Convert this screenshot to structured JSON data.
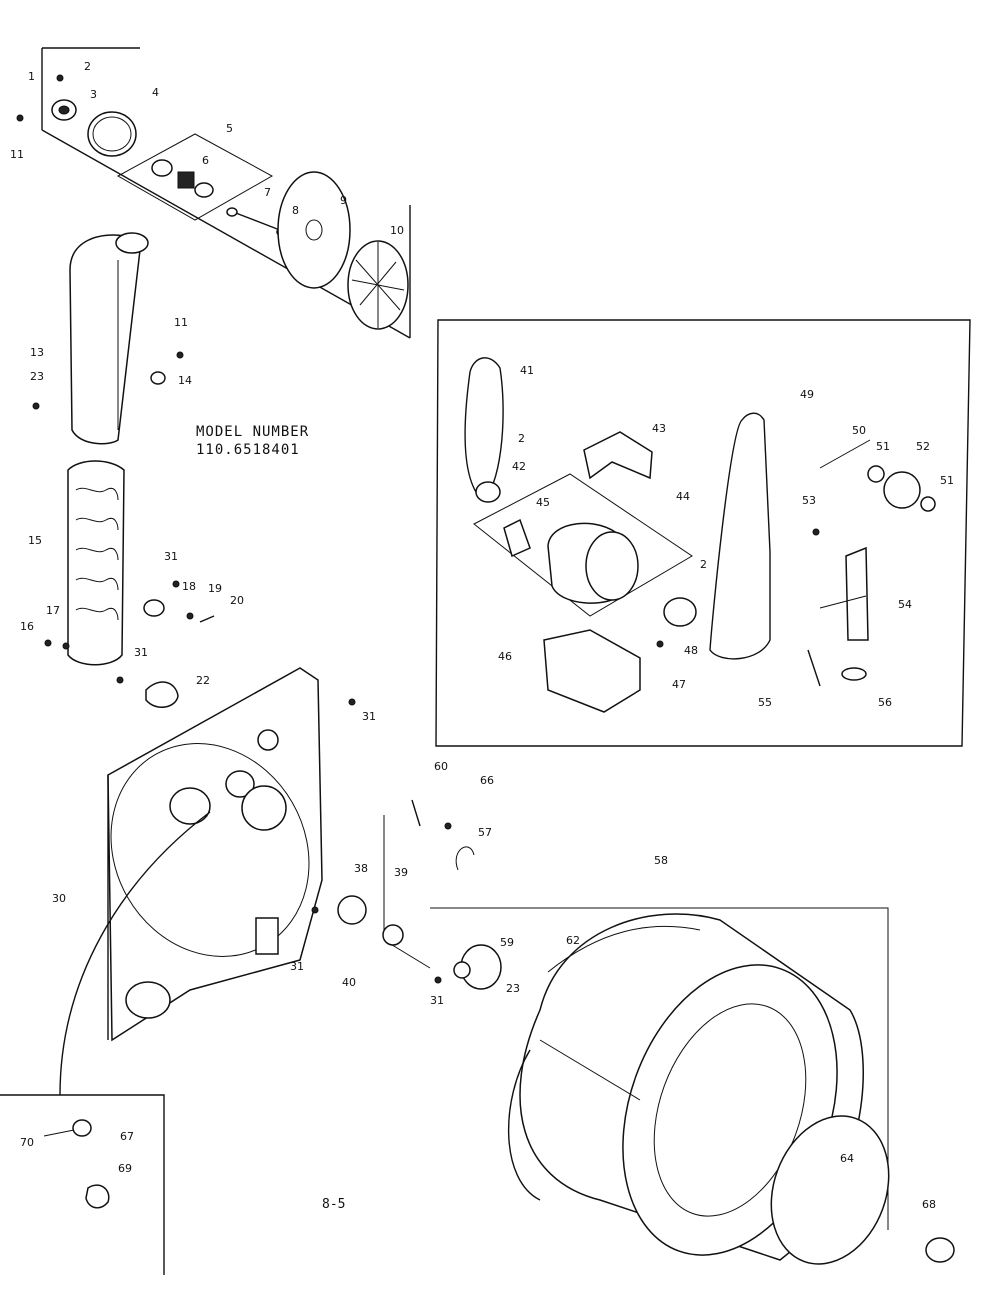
{
  "model": {
    "heading": "MODEL NUMBER",
    "number": "110.6518401"
  },
  "page_number": "8-5",
  "callouts": [
    {
      "id": "c1",
      "text": "1"
    },
    {
      "id": "c2",
      "text": "2"
    },
    {
      "id": "c3",
      "text": "3"
    },
    {
      "id": "c4",
      "text": "4"
    },
    {
      "id": "c5",
      "text": "5"
    },
    {
      "id": "c6",
      "text": "6"
    },
    {
      "id": "c7",
      "text": "7"
    },
    {
      "id": "c8",
      "text": "8"
    },
    {
      "id": "c9",
      "text": "9"
    },
    {
      "id": "c10",
      "text": "10"
    },
    {
      "id": "c11",
      "text": "11"
    },
    {
      "id": "c13",
      "text": "13"
    },
    {
      "id": "c11b",
      "text": "11"
    },
    {
      "id": "c23",
      "text": "23"
    },
    {
      "id": "c14",
      "text": "14"
    },
    {
      "id": "c15",
      "text": "15"
    },
    {
      "id": "c31",
      "text": "31"
    },
    {
      "id": "c18",
      "text": "18"
    },
    {
      "id": "c19",
      "text": "19"
    },
    {
      "id": "c20",
      "text": "20"
    },
    {
      "id": "c17",
      "text": "17"
    },
    {
      "id": "c16",
      "text": "16"
    },
    {
      "id": "c31b",
      "text": "31"
    },
    {
      "id": "c22",
      "text": "22"
    },
    {
      "id": "c31c",
      "text": "31"
    },
    {
      "id": "c30",
      "text": "30"
    },
    {
      "id": "c31d",
      "text": "31"
    },
    {
      "id": "c40",
      "text": "40"
    },
    {
      "id": "c38",
      "text": "38"
    },
    {
      "id": "c39",
      "text": "39"
    },
    {
      "id": "c60",
      "text": "60"
    },
    {
      "id": "c66",
      "text": "66"
    },
    {
      "id": "c57",
      "text": "57"
    },
    {
      "id": "c59",
      "text": "59"
    },
    {
      "id": "c31e",
      "text": "31"
    },
    {
      "id": "c58",
      "text": "58"
    },
    {
      "id": "c62",
      "text": "62"
    },
    {
      "id": "c23b",
      "text": "23"
    },
    {
      "id": "c64",
      "text": "64"
    },
    {
      "id": "c68",
      "text": "68"
    },
    {
      "id": "c41",
      "text": "41"
    },
    {
      "id": "c2b",
      "text": "2"
    },
    {
      "id": "c42",
      "text": "42"
    },
    {
      "id": "c43",
      "text": "43"
    },
    {
      "id": "c45",
      "text": "45"
    },
    {
      "id": "c44",
      "text": "44"
    },
    {
      "id": "c2c",
      "text": "2"
    },
    {
      "id": "c48",
      "text": "48"
    },
    {
      "id": "c46",
      "text": "46"
    },
    {
      "id": "c47",
      "text": "47"
    },
    {
      "id": "c49",
      "text": "49"
    },
    {
      "id": "c50",
      "text": "50"
    },
    {
      "id": "c51",
      "text": "51"
    },
    {
      "id": "c52",
      "text": "52"
    },
    {
      "id": "c51b",
      "text": "51"
    },
    {
      "id": "c53",
      "text": "53"
    },
    {
      "id": "c54",
      "text": "54"
    },
    {
      "id": "c55",
      "text": "55"
    },
    {
      "id": "c56",
      "text": "56"
    },
    {
      "id": "c70",
      "text": "70"
    },
    {
      "id": "c67",
      "text": "67"
    },
    {
      "id": "c69",
      "text": "69"
    }
  ]
}
